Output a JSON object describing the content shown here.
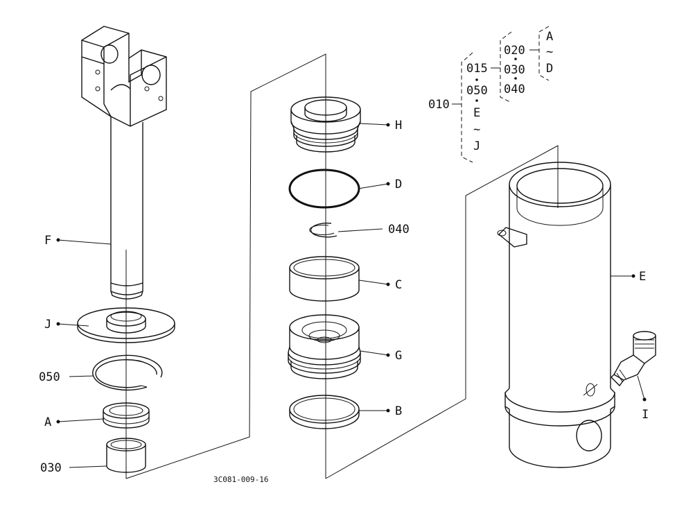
{
  "drawing_id": "3C081-009-16",
  "callouts": {
    "F": "F",
    "J": "J",
    "n050": "050",
    "A": "A",
    "n030": "030",
    "H": "H",
    "D": "D",
    "n040": "040",
    "C": "C",
    "G": "G",
    "B": "B",
    "E": "E",
    "I": "I"
  },
  "tree": {
    "root": "010",
    "l1_a": "015",
    "l1_b": "050",
    "l1_c": "E",
    "l1_tilde": "~",
    "l1_d": "J",
    "l2_a": "020",
    "l2_b": "030",
    "l2_c": "040",
    "l3_a": "A",
    "l3_tilde": "~",
    "l3_b": "D"
  }
}
